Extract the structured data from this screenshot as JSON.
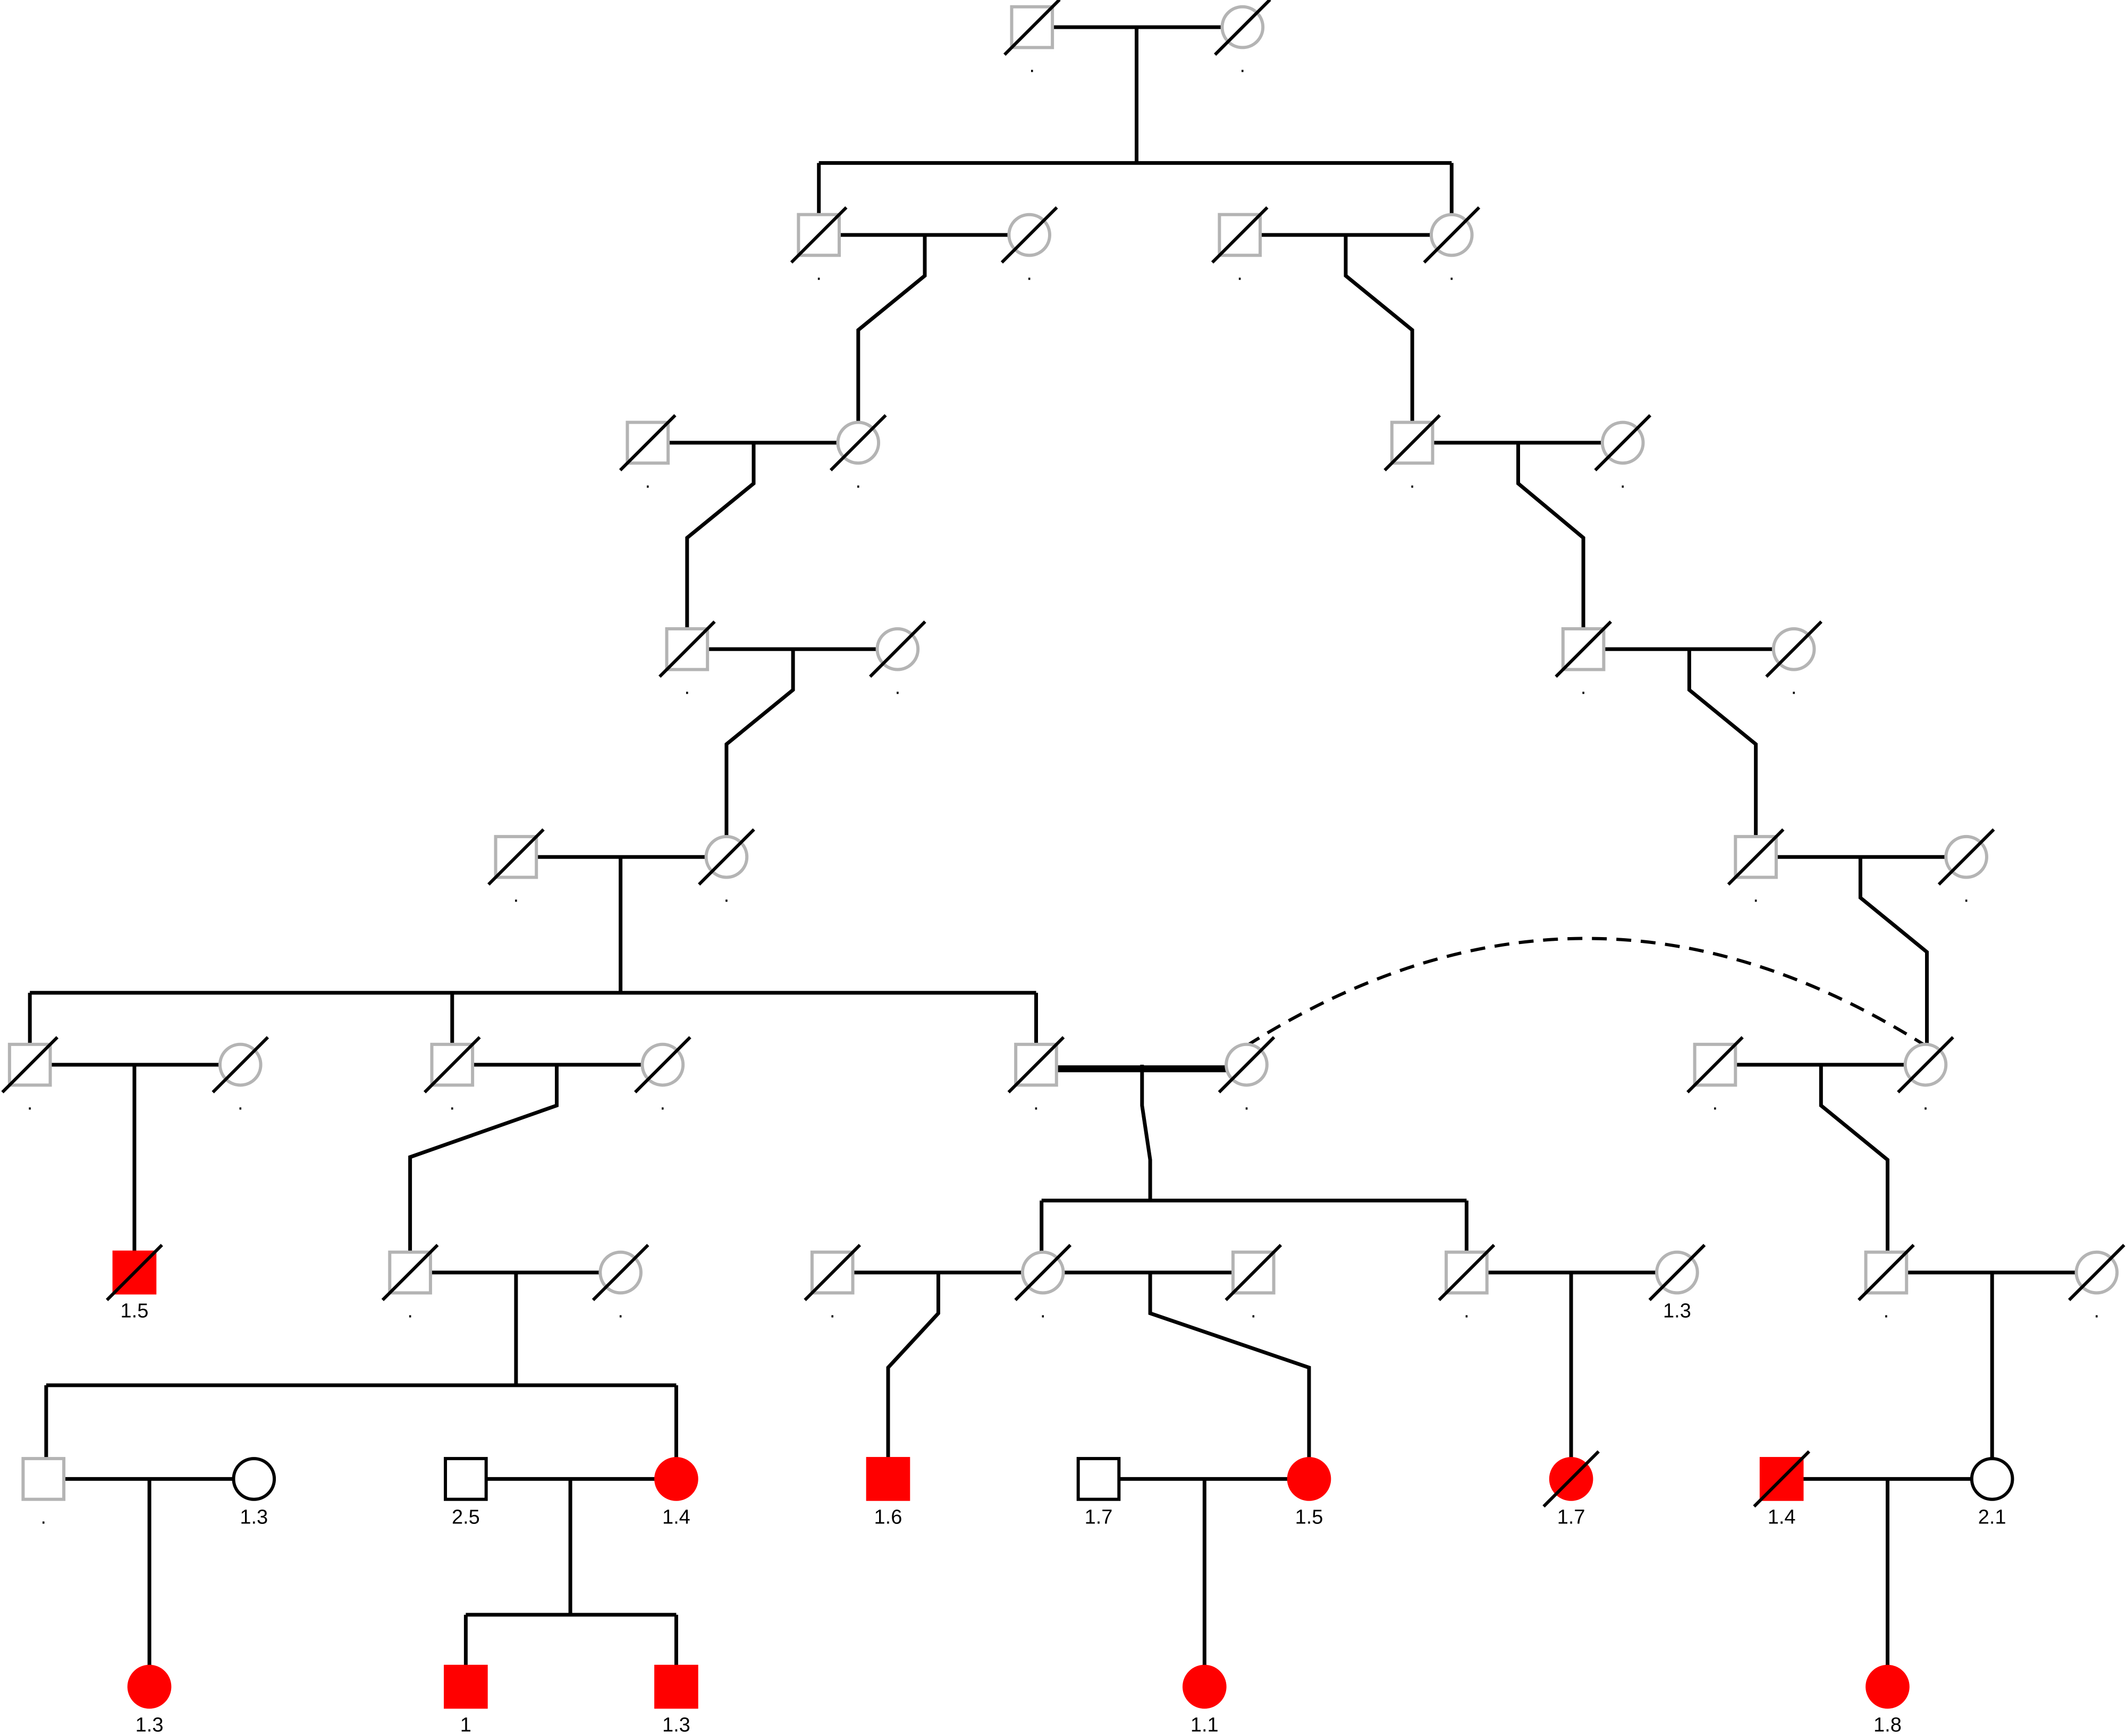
{
  "colors": {
    "affected": "#ff0000",
    "unaffected_fill": "#ffffff",
    "outline_unknown": "#b4b4b4",
    "outline_known": "#000000",
    "line": "#000000"
  },
  "people": [
    {
      "id": "g1_m",
      "sex": "male",
      "affected": false,
      "deceased": true,
      "known": false,
      "label": "."
    },
    {
      "id": "g1_f",
      "sex": "female",
      "affected": false,
      "deceased": true,
      "known": false,
      "label": "."
    },
    {
      "id": "g2_m1",
      "sex": "male",
      "affected": false,
      "deceased": true,
      "known": false,
      "label": "."
    },
    {
      "id": "g2_f1",
      "sex": "female",
      "affected": false,
      "deceased": true,
      "known": false,
      "label": "."
    },
    {
      "id": "g2_m2",
      "sex": "male",
      "affected": false,
      "deceased": true,
      "known": false,
      "label": "."
    },
    {
      "id": "g2_f2",
      "sex": "female",
      "affected": false,
      "deceased": true,
      "known": false,
      "label": "."
    },
    {
      "id": "g3_m1",
      "sex": "male",
      "affected": false,
      "deceased": true,
      "known": false,
      "label": "."
    },
    {
      "id": "g3_f1",
      "sex": "female",
      "affected": false,
      "deceased": true,
      "known": false,
      "label": "."
    },
    {
      "id": "g3_m2",
      "sex": "male",
      "affected": false,
      "deceased": true,
      "known": false,
      "label": "."
    },
    {
      "id": "g3_f2",
      "sex": "female",
      "affected": false,
      "deceased": true,
      "known": false,
      "label": "."
    },
    {
      "id": "g4_m1",
      "sex": "male",
      "affected": false,
      "deceased": true,
      "known": false,
      "label": "."
    },
    {
      "id": "g4_f1",
      "sex": "female",
      "affected": false,
      "deceased": true,
      "known": false,
      "label": "."
    },
    {
      "id": "g4_m2",
      "sex": "male",
      "affected": false,
      "deceased": true,
      "known": false,
      "label": "."
    },
    {
      "id": "g4_f2",
      "sex": "female",
      "affected": false,
      "deceased": true,
      "known": false,
      "label": "."
    },
    {
      "id": "g5_m1",
      "sex": "male",
      "affected": false,
      "deceased": true,
      "known": false,
      "label": "."
    },
    {
      "id": "g5_f1",
      "sex": "female",
      "affected": false,
      "deceased": true,
      "known": false,
      "label": "."
    },
    {
      "id": "g5_m2",
      "sex": "male",
      "affected": false,
      "deceased": true,
      "known": false,
      "label": "."
    },
    {
      "id": "g5_f2",
      "sex": "female",
      "affected": false,
      "deceased": true,
      "known": false,
      "label": "."
    },
    {
      "id": "g6_m1",
      "sex": "male",
      "affected": false,
      "deceased": true,
      "known": false,
      "label": "."
    },
    {
      "id": "g6_f1",
      "sex": "female",
      "affected": false,
      "deceased": true,
      "known": false,
      "label": "."
    },
    {
      "id": "g6_m2",
      "sex": "male",
      "affected": false,
      "deceased": true,
      "known": false,
      "label": "."
    },
    {
      "id": "g6_f2",
      "sex": "female",
      "affected": false,
      "deceased": true,
      "known": false,
      "label": "."
    },
    {
      "id": "g6_m3",
      "sex": "male",
      "affected": false,
      "deceased": true,
      "known": false,
      "label": "."
    },
    {
      "id": "g6_f3",
      "sex": "female",
      "affected": false,
      "deceased": true,
      "known": false,
      "label": "."
    },
    {
      "id": "g6_m4",
      "sex": "male",
      "affected": false,
      "deceased": true,
      "known": false,
      "label": "."
    },
    {
      "id": "g6_f4",
      "sex": "female",
      "affected": false,
      "deceased": true,
      "known": false,
      "label": "."
    },
    {
      "id": "g7_m1",
      "sex": "male",
      "affected": true,
      "deceased": true,
      "known": true,
      "label": "1.5"
    },
    {
      "id": "g7_m2",
      "sex": "male",
      "affected": false,
      "deceased": true,
      "known": false,
      "label": "."
    },
    {
      "id": "g7_f2",
      "sex": "female",
      "affected": false,
      "deceased": true,
      "known": false,
      "label": "."
    },
    {
      "id": "g7_m3",
      "sex": "male",
      "affected": false,
      "deceased": true,
      "known": false,
      "label": "."
    },
    {
      "id": "g7_f3",
      "sex": "female",
      "affected": false,
      "deceased": true,
      "known": false,
      "label": "."
    },
    {
      "id": "g7_m4",
      "sex": "male",
      "affected": false,
      "deceased": true,
      "known": false,
      "label": "."
    },
    {
      "id": "g7_m5",
      "sex": "male",
      "affected": false,
      "deceased": true,
      "known": false,
      "label": "."
    },
    {
      "id": "g7_f5",
      "sex": "female",
      "affected": false,
      "deceased": true,
      "known": false,
      "label": "1.3"
    },
    {
      "id": "g7_m6",
      "sex": "male",
      "affected": false,
      "deceased": true,
      "known": false,
      "label": "."
    },
    {
      "id": "g7_f6",
      "sex": "female",
      "affected": false,
      "deceased": true,
      "known": false,
      "label": "."
    },
    {
      "id": "g8_m1",
      "sex": "male",
      "affected": false,
      "deceased": false,
      "known": false,
      "label": "."
    },
    {
      "id": "g8_f1",
      "sex": "female",
      "affected": false,
      "deceased": false,
      "known": true,
      "label": "1.3"
    },
    {
      "id": "g8_m2",
      "sex": "male",
      "affected": false,
      "deceased": false,
      "known": true,
      "label": "2.5"
    },
    {
      "id": "g8_f2",
      "sex": "female",
      "affected": true,
      "deceased": false,
      "known": true,
      "label": "1.4"
    },
    {
      "id": "g8_m3",
      "sex": "male",
      "affected": true,
      "deceased": false,
      "known": true,
      "label": "1.6"
    },
    {
      "id": "g8_m4",
      "sex": "male",
      "affected": false,
      "deceased": false,
      "known": true,
      "label": "1.7"
    },
    {
      "id": "g8_f4",
      "sex": "female",
      "affected": true,
      "deceased": false,
      "known": true,
      "label": "1.5"
    },
    {
      "id": "g8_f5",
      "sex": "female",
      "affected": true,
      "deceased": true,
      "known": true,
      "label": "1.7"
    },
    {
      "id": "g8_m6",
      "sex": "male",
      "affected": true,
      "deceased": true,
      "known": true,
      "label": "1.4"
    },
    {
      "id": "g8_f6",
      "sex": "female",
      "affected": false,
      "deceased": false,
      "known": true,
      "label": "2.1"
    },
    {
      "id": "g9_f1",
      "sex": "female",
      "affected": true,
      "deceased": false,
      "known": true,
      "label": "1.3"
    },
    {
      "id": "g9_m2",
      "sex": "male",
      "affected": true,
      "deceased": false,
      "known": true,
      "label": "1"
    },
    {
      "id": "g9_m3",
      "sex": "male",
      "affected": true,
      "deceased": false,
      "known": true,
      "label": "1.3"
    },
    {
      "id": "g9_f4",
      "sex": "female",
      "affected": true,
      "deceased": false,
      "known": true,
      "label": "1.1"
    },
    {
      "id": "g9_f6",
      "sex": "female",
      "affected": true,
      "deceased": false,
      "known": true,
      "label": "1.8"
    }
  ]
}
